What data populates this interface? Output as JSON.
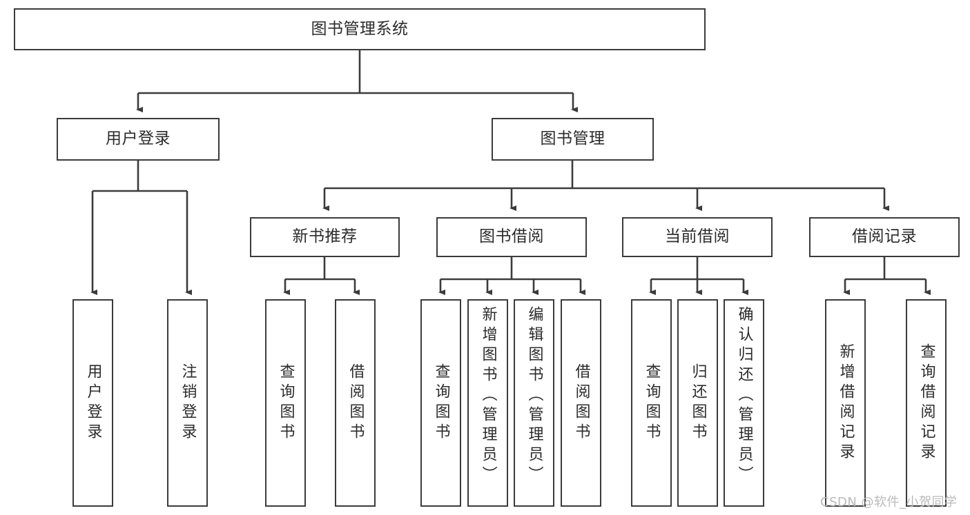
{
  "diagram": {
    "title": "图书管理系统",
    "type": "hierarchy-tree",
    "root": {
      "label": "图书管理系统"
    },
    "level2": [
      {
        "label": "用户登录"
      },
      {
        "label": "图书管理"
      }
    ],
    "level3": [
      {
        "label": "新书推荐"
      },
      {
        "label": "图书借阅"
      },
      {
        "label": "当前借阅"
      },
      {
        "label": "借阅记录"
      }
    ],
    "leaves": {
      "user_login": [
        {
          "label": "用户登录"
        },
        {
          "label": "注销登录"
        }
      ],
      "new_book_recommend": [
        {
          "label": "查询图书"
        },
        {
          "label": "借阅图书"
        }
      ],
      "book_borrow": [
        {
          "label": "查询图书"
        },
        {
          "label": "新增图书（管理员）"
        },
        {
          "label": "编辑图书（管理员）"
        },
        {
          "label": "借阅图书"
        }
      ],
      "current_borrow": [
        {
          "label": "查询图书"
        },
        {
          "label": "归还图书"
        },
        {
          "label": "确认归还（管理员）"
        }
      ],
      "borrow_record": [
        {
          "label": "新增借阅记录"
        },
        {
          "label": "查询借阅记录"
        }
      ]
    }
  },
  "watermark": {
    "text": "CSDN @软件_小贺同学"
  },
  "colors": {
    "border": "#3b3b3b",
    "text": "#2b2b2b",
    "background": "#ffffff",
    "watermark": "#b9b9b9"
  }
}
